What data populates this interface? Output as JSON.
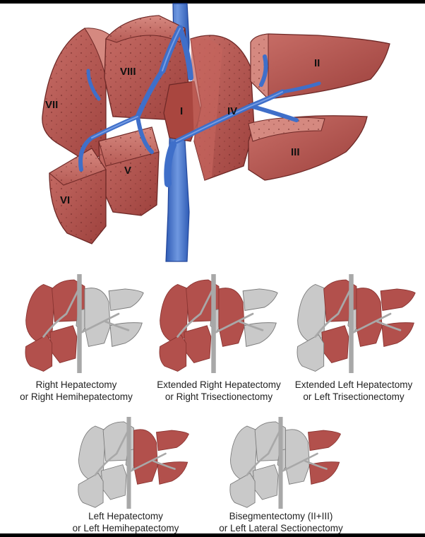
{
  "segments": {
    "s1": "I",
    "s2": "II",
    "s3": "III",
    "s4": "IV",
    "s5": "V",
    "s6": "VI",
    "s7": "VII",
    "s8": "VIII"
  },
  "colors": {
    "liver": "#b2504c",
    "liver_light": "#c96f68",
    "liver_dark": "#8a3532",
    "vessel": "#3f6fc9",
    "vessel_light": "#6f98e0",
    "grey": "#c9c9c9",
    "grey_dark": "#9a9a9a"
  },
  "procedures": [
    {
      "line1": "Right Hepatectomy",
      "line2": "or Right Hemihepatectomy",
      "resected": [
        5,
        6,
        7,
        8
      ]
    },
    {
      "line1": "Extended Right Hepatectomy",
      "line2": "or Right Trisectionectomy",
      "resected": [
        4,
        5,
        6,
        7,
        8
      ]
    },
    {
      "line1": "Extended Left Hepatectomy",
      "line2": "or Left Trisectionectomy",
      "resected": [
        2,
        3,
        4,
        5,
        8
      ]
    },
    {
      "line1": "Left Hepatectomy",
      "line2": "or Left Hemihepatectomy",
      "resected": [
        2,
        3,
        4
      ]
    },
    {
      "line1": "Bisegmentectomy (II+III)",
      "line2": "or Left Lateral Sectionectomy",
      "resected": [
        2,
        3
      ]
    }
  ]
}
